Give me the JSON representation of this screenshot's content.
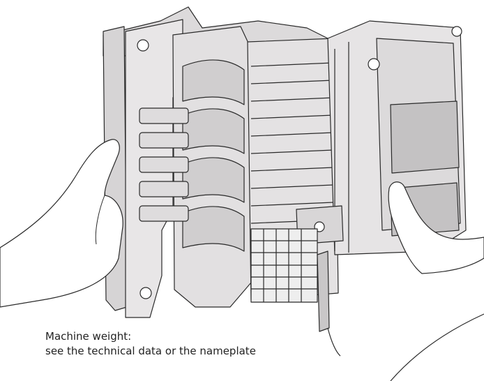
{
  "caption": {
    "line1": "Machine weight:",
    "line2": "see the technical data or the nameplate"
  },
  "colors": {
    "body": "#e6e4e5",
    "shade": "#c9c7c8",
    "dark": "#b3b1b2",
    "line": "#2a2a2a",
    "skin": "#ffffff"
  },
  "icons": [
    "machine-illustration",
    "left-hand",
    "right-hand"
  ]
}
